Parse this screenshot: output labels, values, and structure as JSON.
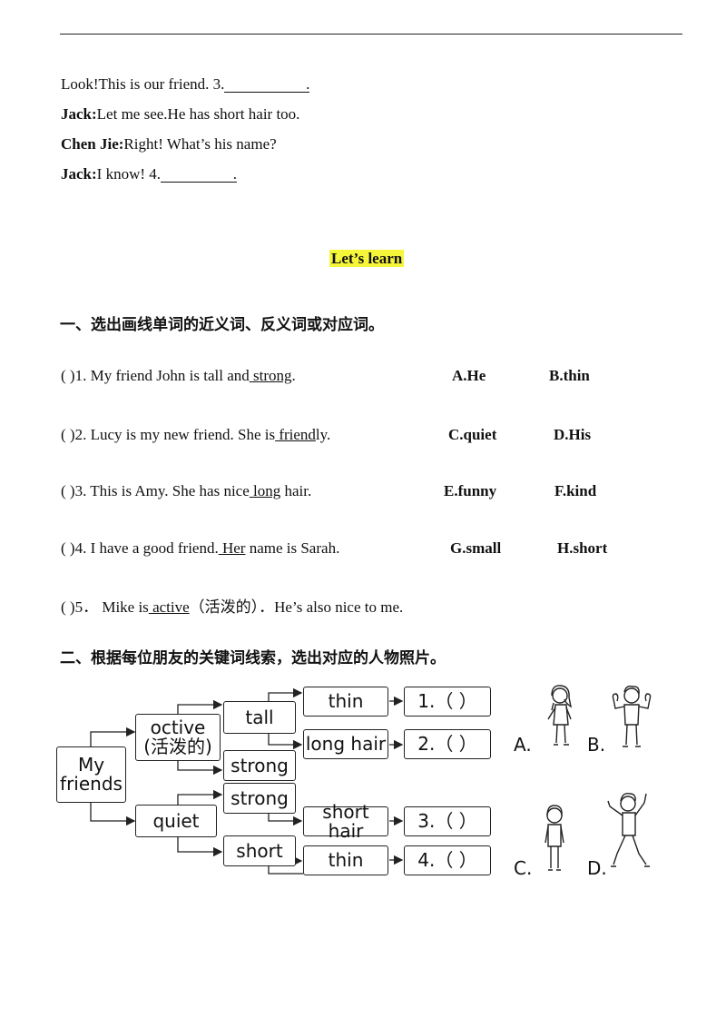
{
  "dialogue": [
    {
      "speaker": "",
      "text": "Look!This  is  our  friend.  3.",
      "blank_end": "."
    },
    {
      "speaker": "Jack:",
      "text": "Let  me  see.He  has  short  hair  too.",
      "blank_end": ""
    },
    {
      "speaker": "Chen  Jie:",
      "text": "Right!  What’s  his  name?",
      "blank_end": ""
    },
    {
      "speaker": "Jack:",
      "text": "I  know!  4.",
      "blank_end": "."
    }
  ],
  "section_title": "Let’s  learn",
  "part1": {
    "heading": "一、选出画线单词的近义词、反义词或对应词。",
    "questions": [
      {
        "paren": "(     )",
        "pre": "1. My friend John is tall and",
        "u": " strong",
        "post": "."
      },
      {
        "paren": "(     )",
        "pre": "2. Lucy is my new friend. She is",
        "u": " friend",
        "post": "ly."
      },
      {
        "paren": "(     )",
        "pre": "3. This is Amy. She has nice",
        "u": " long",
        "post": " hair."
      },
      {
        "paren": "(     )",
        "pre": "4. I have a good friend.",
        "u": " Her",
        "post": " name is Sarah."
      },
      {
        "paren": "(     )",
        "pre": "5．  Mike is",
        "u": " active",
        "post": "（活泼的）．He’s also nice to me."
      }
    ],
    "options": [
      [
        "A.He",
        "B.thin"
      ],
      [
        "C.quiet",
        "D.His"
      ],
      [
        "E.funny",
        "F.kind"
      ],
      [
        "G.small",
        "H.short"
      ]
    ]
  },
  "part2": {
    "heading": "二、根据每位朋友的关键词线索，选出对应的人物照片。",
    "root": [
      "My",
      "friends"
    ],
    "level1": [
      [
        "octive",
        "(活泼的)"
      ],
      [
        "quiet"
      ]
    ],
    "level2": [
      "tall",
      "strong",
      "strong",
      "short"
    ],
    "level3": [
      "thin",
      "long hair",
      "short hair",
      "thin"
    ],
    "answers": [
      "1.（      ）",
      "2.（      ）",
      "3.（      ）",
      "4.（      ）"
    ],
    "pictures": [
      "A.",
      "B.",
      "C.",
      "D."
    ]
  }
}
